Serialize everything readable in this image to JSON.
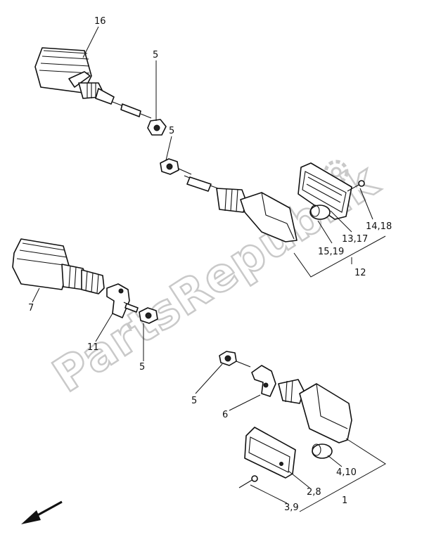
{
  "watermark": "PartsRepublik",
  "callouts": {
    "c16": "16",
    "c5a": "5",
    "c5b": "5",
    "c5c": "5",
    "c5d": "5",
    "c7": "7",
    "c11": "11",
    "c6": "6",
    "c12": "12",
    "c13_17": "13,17",
    "c14_18": "14,18",
    "c15_19": "15,19",
    "c4_10": "4,10",
    "c2_8": "2,8",
    "c3_9": "3,9",
    "c1": "1"
  },
  "icons": {
    "direction_arrow": "front-direction-arrow-icon",
    "gear": "gear-watermark-icon"
  }
}
